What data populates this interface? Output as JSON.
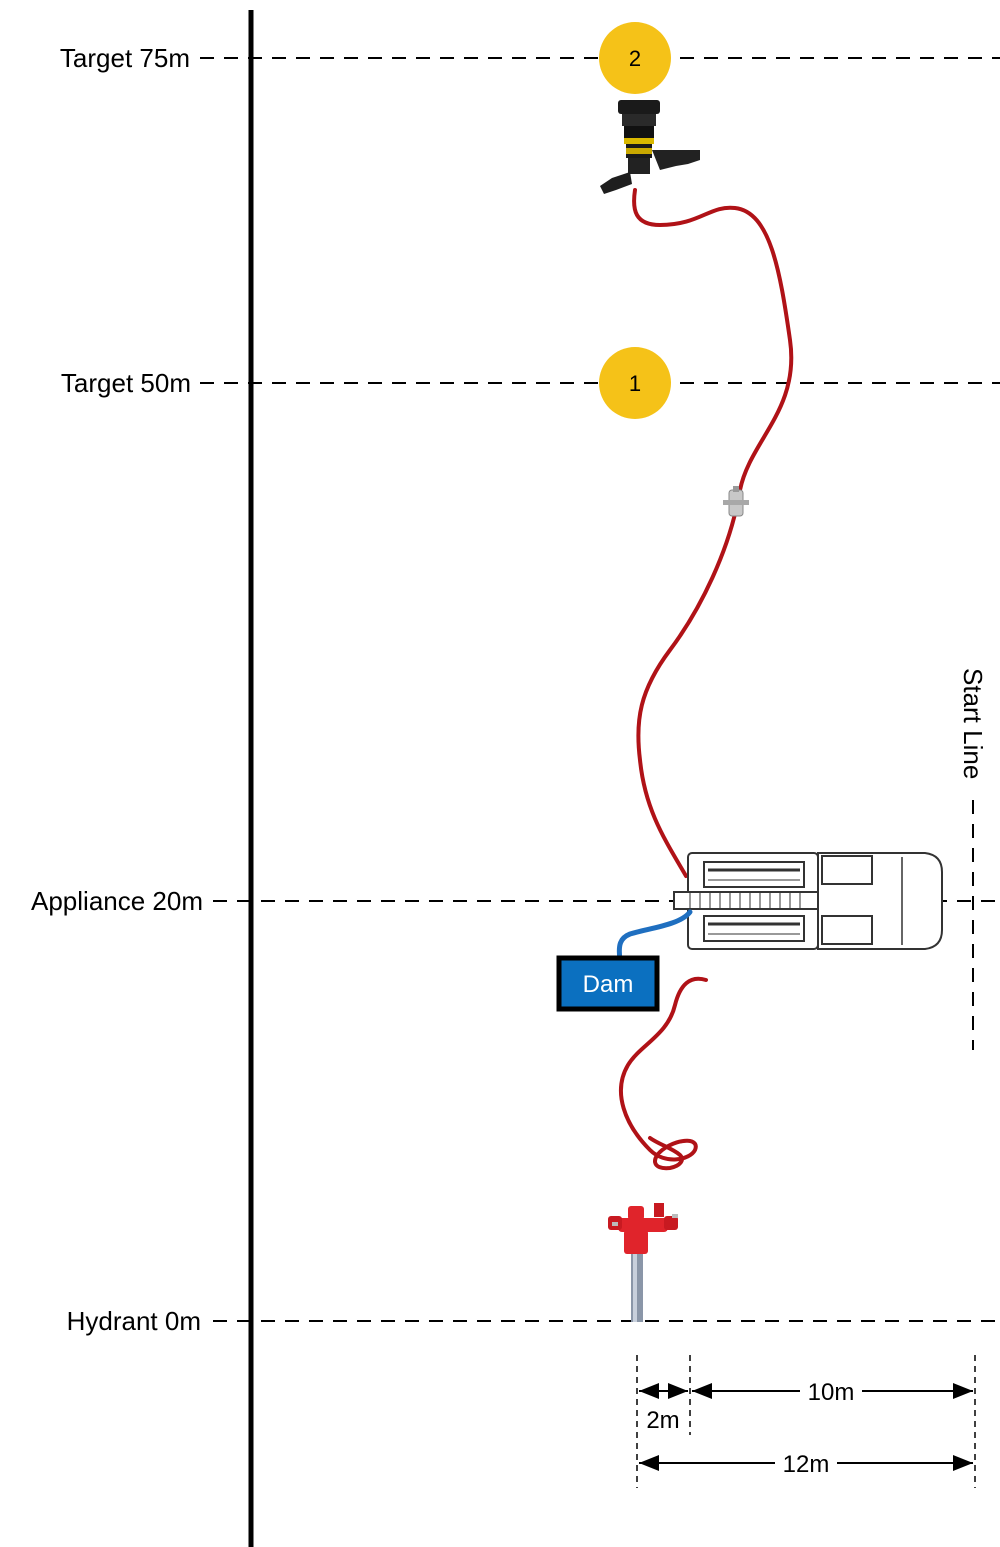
{
  "lines": {
    "target_75": "Target 75m",
    "target_50": "Target 50m",
    "appliance": "Appliance 20m",
    "hydrant": "Hydrant 0m",
    "start_line": "Start Line"
  },
  "markers": {
    "m1": "1",
    "m2": "2"
  },
  "dam_label": "Dam",
  "dimensions": {
    "d2": "2m",
    "d10": "10m",
    "d12": "12m"
  },
  "colors": {
    "hose": "#b01217",
    "suction_hose": "#1f6fc0",
    "dam_fill": "#0b70c0",
    "marker_fill": "#f5c218",
    "hydrant": "#e0242b"
  },
  "icons": [
    "nozzle-icon",
    "coupling-icon",
    "fire-appliance-icon",
    "hydrant-icon"
  ]
}
